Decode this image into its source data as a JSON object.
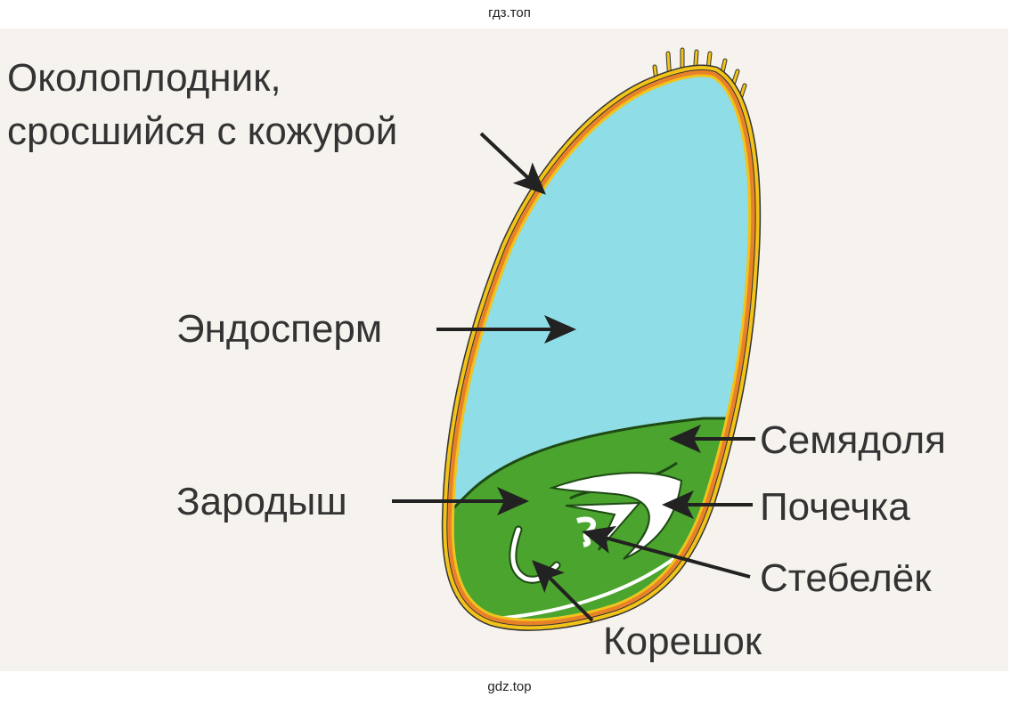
{
  "watermark_top": "гдз.топ",
  "watermark_bottom": "gdz.top",
  "diagram": {
    "labels": {
      "pericarp_line1": "Околоплодник,",
      "pericarp_line2": "сросшийся с кожурой",
      "endosperm": "Эндосперм",
      "cotyledon": "Семядоля",
      "embryo": "Зародыш",
      "bud": "Почечка",
      "stem": "Стебелёк",
      "root": "Корешок"
    },
    "colors": {
      "endosperm": "#8fdde6",
      "embryo": "#4aa42e",
      "pericarp_outer": "#f2c318",
      "pericarp_inner": "#e8822a",
      "background": "#f6f3ee"
    }
  }
}
